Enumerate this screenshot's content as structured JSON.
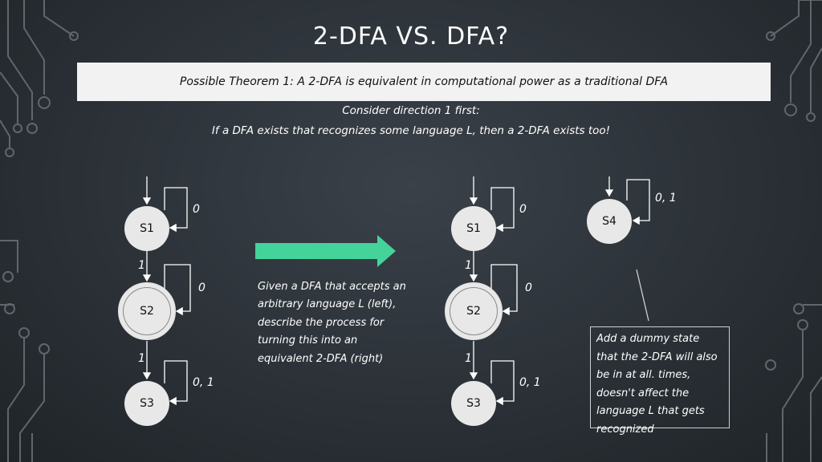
{
  "title": "2-DFA VS. DFA?",
  "theorem": "Possible Theorem 1: A 2-DFA is equivalent in computational power as a traditional DFA",
  "direction": "Consider direction 1 first:",
  "claim": "If a DFA exists that recognizes some language L, then a 2-DFA exists too!",
  "left_dfa": {
    "states": [
      "S1",
      "S2",
      "S3"
    ],
    "self_loops": [
      "0",
      "0",
      "0, 1"
    ],
    "transitions": [
      "1",
      "1"
    ]
  },
  "right_dfa": {
    "states": [
      "S1",
      "S2",
      "S3",
      "S4"
    ],
    "self_loops": [
      "0",
      "0",
      "0, 1",
      "0, 1"
    ],
    "transitions": [
      "1",
      "1"
    ]
  },
  "description": "Given a DFA that accepts an arbitrary language L (left), describe the process for turning this into an equivalent 2-DFA (right)",
  "note": "Add a dummy state that the 2-DFA will also be in at all. times, doesn't affect the language L that gets recognized",
  "colors": {
    "arrow": "#44d39a",
    "banner": "#f2f2f2",
    "state": "#e8e8e8"
  }
}
